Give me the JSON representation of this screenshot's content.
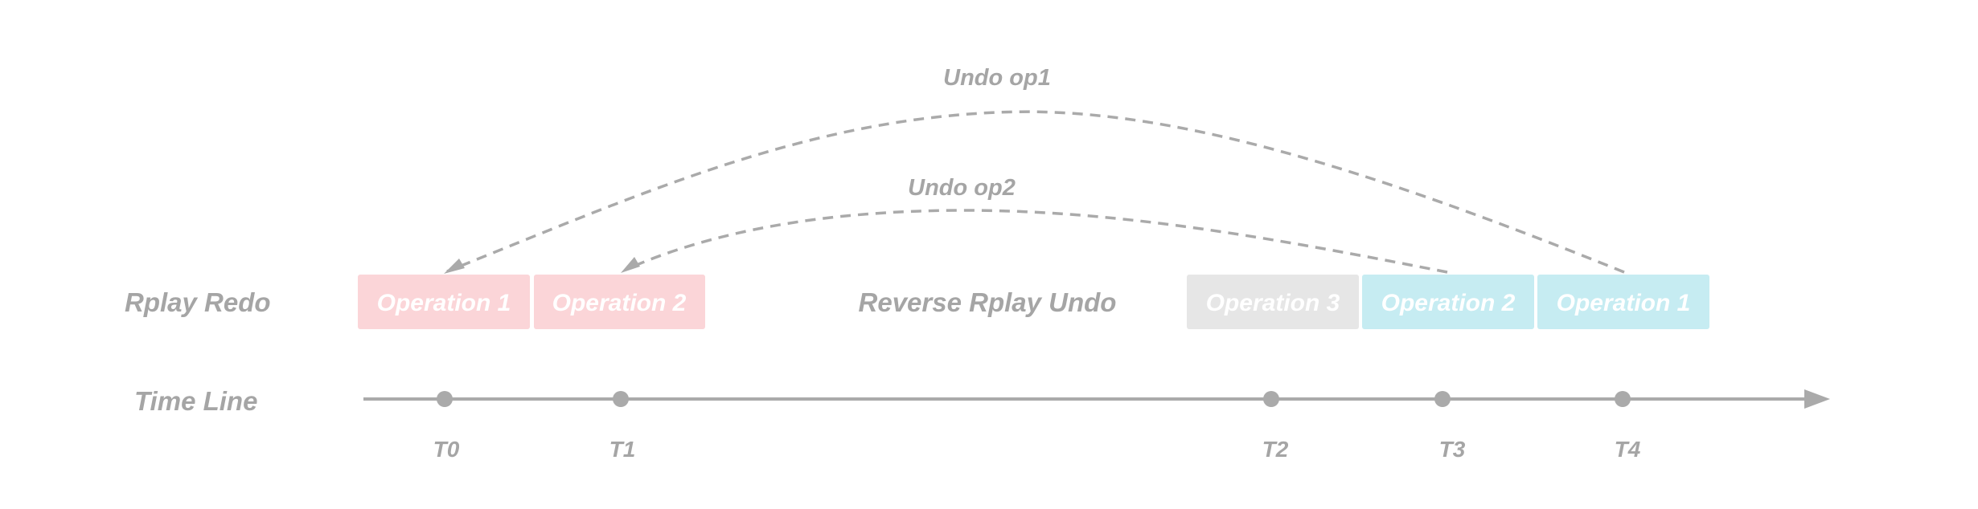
{
  "colors": {
    "text": "#a5a5a5",
    "line": "#aaaaaa",
    "redo_box": "#fbd5d8",
    "undo_box": "#c6ecf2",
    "pending_box": "#e6e6e6",
    "box_text": "#ffffff"
  },
  "labels": {
    "redo_row": "Rplay Redo",
    "undo_row": "Reverse Rplay Undo",
    "timeline_row": "Time Line"
  },
  "redo_ops": [
    {
      "label": "Operation 1"
    },
    {
      "label": "Operation 2"
    }
  ],
  "undo_ops": [
    {
      "label": "Operation 3"
    },
    {
      "label": "Operation 2"
    },
    {
      "label": "Operation 1"
    }
  ],
  "ticks": [
    "T0",
    "T1",
    "T2",
    "T3",
    "T4"
  ],
  "arcs": [
    {
      "label": "Undo op1"
    },
    {
      "label": "Undo op2"
    }
  ]
}
